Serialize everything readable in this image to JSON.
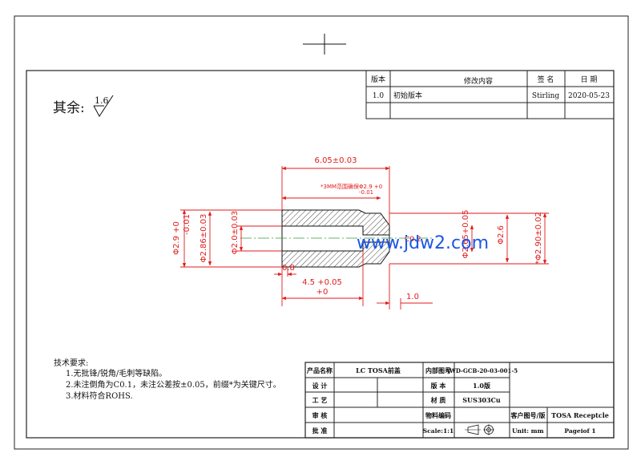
{
  "revision_table": {
    "headers": {
      "version": "版本",
      "content": "修改内容",
      "signature": "签 名",
      "date": "日 期"
    },
    "rows": [
      {
        "version": "1.0",
        "content": "初始版本",
        "signature": "Stirling",
        "date": "2020-05-23"
      }
    ]
  },
  "surface_finish": {
    "label": "其余:",
    "value": "1.6"
  },
  "dimensions": {
    "overall_length": "6.05±0.03",
    "note_star": "*3MM范围确保Φ2.9 +0",
    "note_star_tol": "-0.01",
    "dia_left_outer": "Φ2.9 +0",
    "dia_left_outer_tol": "-0.01",
    "dia_left_body": "Φ2.86±0.03",
    "dia_bore_left": "Φ2.0±0.03",
    "dia_bore_right": "Φ2.65+0.05",
    "dia_right_26": "Φ2.6",
    "dia_right_outer": "*Φ2.90±0.02",
    "chamfer": "C0.2",
    "step_08": "0.8",
    "depth_45": "4.5 +0.05",
    "depth_45_tol": "+0",
    "len_10": "1.0"
  },
  "watermark": "www.jdw2.com",
  "tech_req": {
    "title": "技术要求:",
    "items": [
      "1.无批锋/锐角/毛刺等缺陷。",
      "2.未注倒角为C0.1，未注公差按±0.05，前缀*为关键尺寸。",
      "3.材料符合ROHS."
    ]
  },
  "title_block": {
    "product_name_label": "产品名称",
    "product_name": "LC TOSA前盖",
    "internal_no_label": "内部图号",
    "internal_no": "AWD-GCB-20-03-001-5",
    "design_label": "设 计",
    "version_label": "版 本",
    "version": "1.0版",
    "process_label": "工 艺",
    "material_label": "材 质",
    "material": "SUS303Cu",
    "review_label": "审 核",
    "material_code_label": "物料编码",
    "customer_drawing_label": "客户图号/版",
    "customer_drawing": "TOSA Receptcle",
    "approve_label": "批 准",
    "scale": "Scale:1:1",
    "unit": "Unit: mm",
    "page": "Pageiof 1"
  }
}
